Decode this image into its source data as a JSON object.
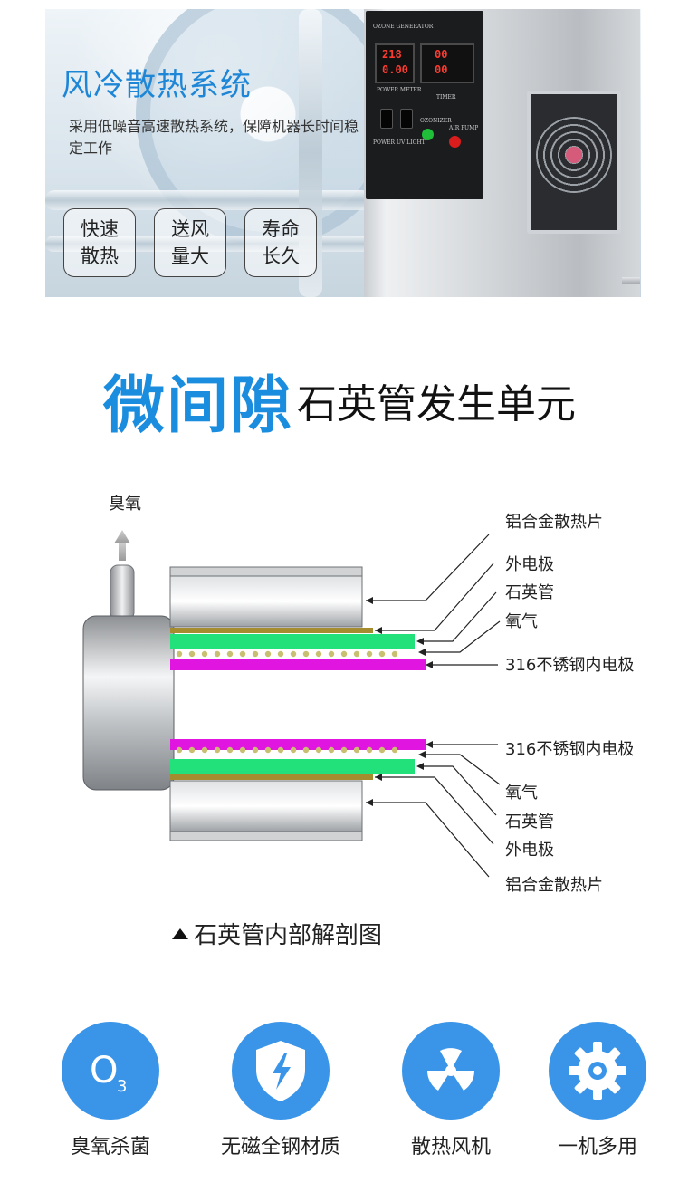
{
  "banner": {
    "title": "风冷散热系统",
    "description": "采用低噪音高速散热系统，保障机器长时间稳定工作",
    "features": [
      "快速散热",
      "送风量大",
      "寿命长久"
    ],
    "machine": {
      "brand_label": "OZONE GENERATOR",
      "power_meter_label": "POWER METER",
      "timer_label": "TIMER",
      "power_display": [
        "218",
        "0.00"
      ],
      "timer_display": [
        "00",
        "00"
      ],
      "switch_labels": [
        "POWER",
        "UV LIGHT"
      ],
      "button_labels": [
        "OZONIZER",
        "AIR PUMP"
      ]
    }
  },
  "heading": {
    "accent": "微间隙",
    "rest": "石英管发生单元"
  },
  "diagram": {
    "ozone_label": "臭氧",
    "labels_top": [
      "铝合金散热片",
      "外电极",
      "石英管",
      "氧气",
      "316不锈钢内电极"
    ],
    "labels_bottom": [
      "316不锈钢内电极",
      "氧气",
      "石英管",
      "外电极",
      "铝合金散热片"
    ],
    "caption": "石英管内部解剖图",
    "colors": {
      "heatsink": "#c9cbce",
      "outer_electrode": "#a58c2f",
      "quartz_tube": "#22e07a",
      "oxygen_beads": "#c8c070",
      "inner_electrode": "#e016e0",
      "arrow": "#b0b0b0"
    }
  },
  "features": [
    {
      "label": "臭氧杀菌",
      "icon": "ozone-o3-icon",
      "icon_text": "O",
      "icon_sub": "3"
    },
    {
      "label": "无磁全钢材质",
      "icon": "shield-lightning-icon"
    },
    {
      "label": "散热风机",
      "icon": "fan-icon"
    },
    {
      "label": "一机多用",
      "icon": "gear-icon"
    }
  ],
  "accent_color": "#1a8ddf",
  "icon_color": "#3a95e8"
}
